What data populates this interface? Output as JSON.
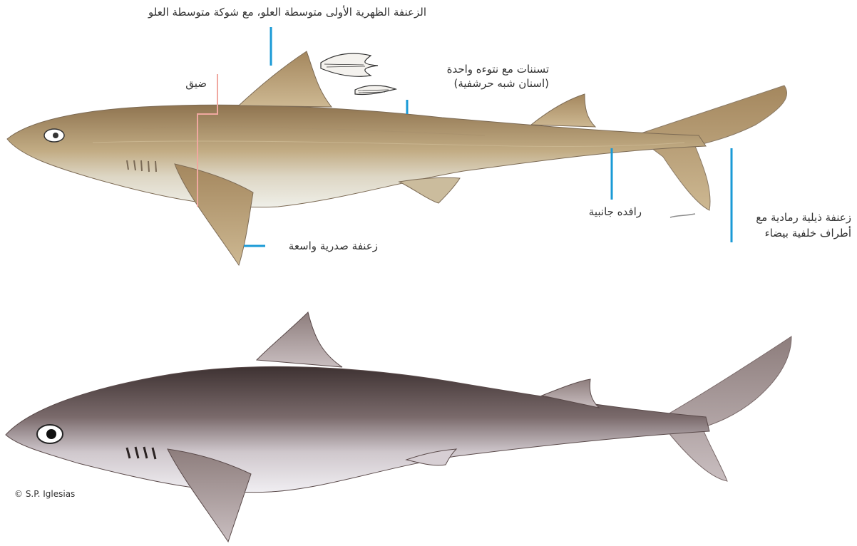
{
  "labels": {
    "dorsal_fin": "الزعنفة الظهرية الأولى متوسطة العلو، مع شوكة متوسطة العلو",
    "denticles_line1": "تسننات مع نتوءه واحدة",
    "denticles_line2": "(اسنان شبه حرشفية)",
    "narrow": "ضيق",
    "pectoral_fin": "زعنفة صدرية واسعة",
    "keel": "رافده جانبية",
    "caudal_line1": "زعنفة ذيلية رمادية مع",
    "caudal_line2": "أطراف خلفية بيضاء"
  },
  "credit": "© S.P. Iglesias",
  "colors": {
    "leader_blue": "#1a9ad6",
    "leader_pink": "#f0a8a0",
    "shark1_body": "#b49a74",
    "shark1_belly": "#ecebe4",
    "shark2_body": "#6a5a5a",
    "shark2_belly": "#e8e4ea"
  }
}
